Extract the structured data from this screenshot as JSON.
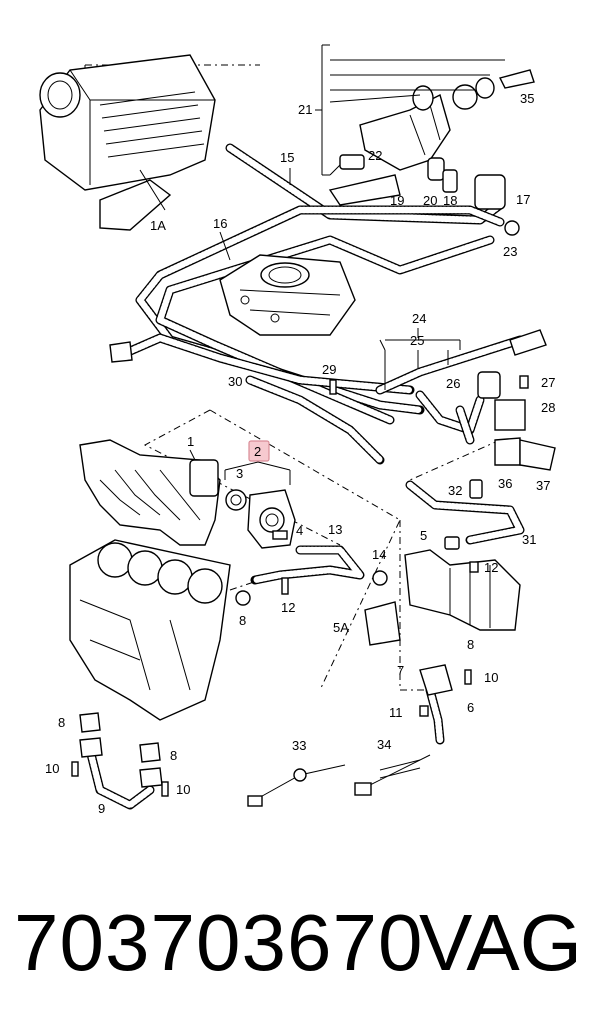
{
  "diagram": {
    "callouts": [
      "1A",
      "15",
      "16",
      "17",
      "18",
      "19",
      "20",
      "21",
      "22",
      "23",
      "35",
      "24",
      "25",
      "26",
      "27",
      "28",
      "29",
      "30",
      "36",
      "37",
      "32",
      "31",
      "1",
      "2",
      "3",
      "4",
      "13",
      "14",
      "5",
      "12",
      "12",
      "5A",
      "8",
      "8",
      "7",
      "10",
      "11",
      "6",
      "8",
      "8",
      "10",
      "10",
      "9",
      "33",
      "34"
    ],
    "highlighted_callout": "2",
    "highlight_color": "#f6c9cf"
  },
  "footer": {
    "part_number": "703703670",
    "brand": "VAG"
  }
}
